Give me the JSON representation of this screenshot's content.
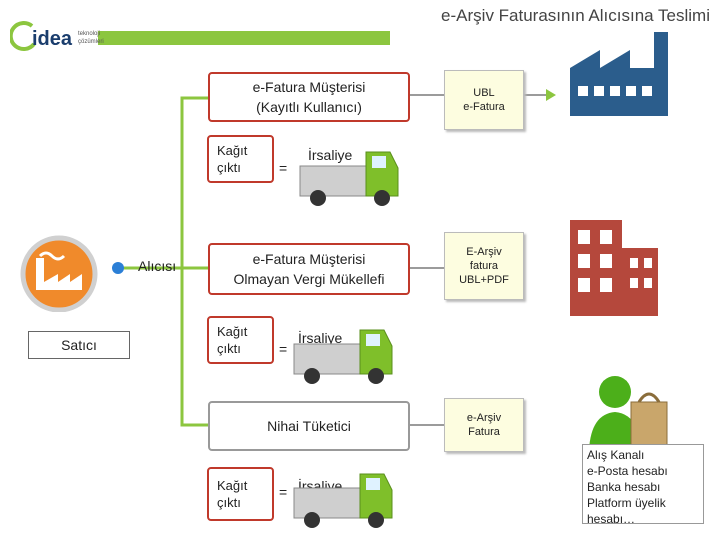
{
  "header": {
    "title": "e-Arşiv Faturasının Alıcısına Teslimi",
    "logo_text": "idea",
    "logo_subtext": "teknoloji\nçözümleri"
  },
  "left": {
    "seller_label": "Satıcı",
    "buyer_label": "Alıcısı"
  },
  "branches": [
    {
      "customer": "e-Fatura Müşterisi\n(Kayıtlı Kullanıcı)",
      "paper": "Kağıt\nçıktı",
      "equals": "=",
      "waybill": "İrsaliye",
      "document": "UBL\ne-Fatura"
    },
    {
      "customer": "e-Fatura Müşterisi\nOlmayan Vergi Mükellefi",
      "paper": "Kağıt\nçıktı",
      "equals": "=",
      "waybill": "İrsaliye",
      "document": "E-Arşiv\nfatura\nUBL+PDF"
    },
    {
      "customer": "Nihai Tüketici",
      "paper": "Kağıt\nçıktı",
      "equals": "=",
      "waybill": "İrsaliye",
      "document": "e-Arşiv\nFatura"
    }
  ],
  "buyer_channels": "Alış Kanalı\ne-Posta hesabı\nBanka hesabı\nPlatform üyelik\nhesabı…",
  "colors": {
    "green_line": "#8cc63f",
    "box_border": "#c0392b",
    "icon_blue": "#2b5d8c",
    "icon_red": "#b5483c",
    "truck_green": "#7fbf2a",
    "person_green": "#4caf1a"
  }
}
